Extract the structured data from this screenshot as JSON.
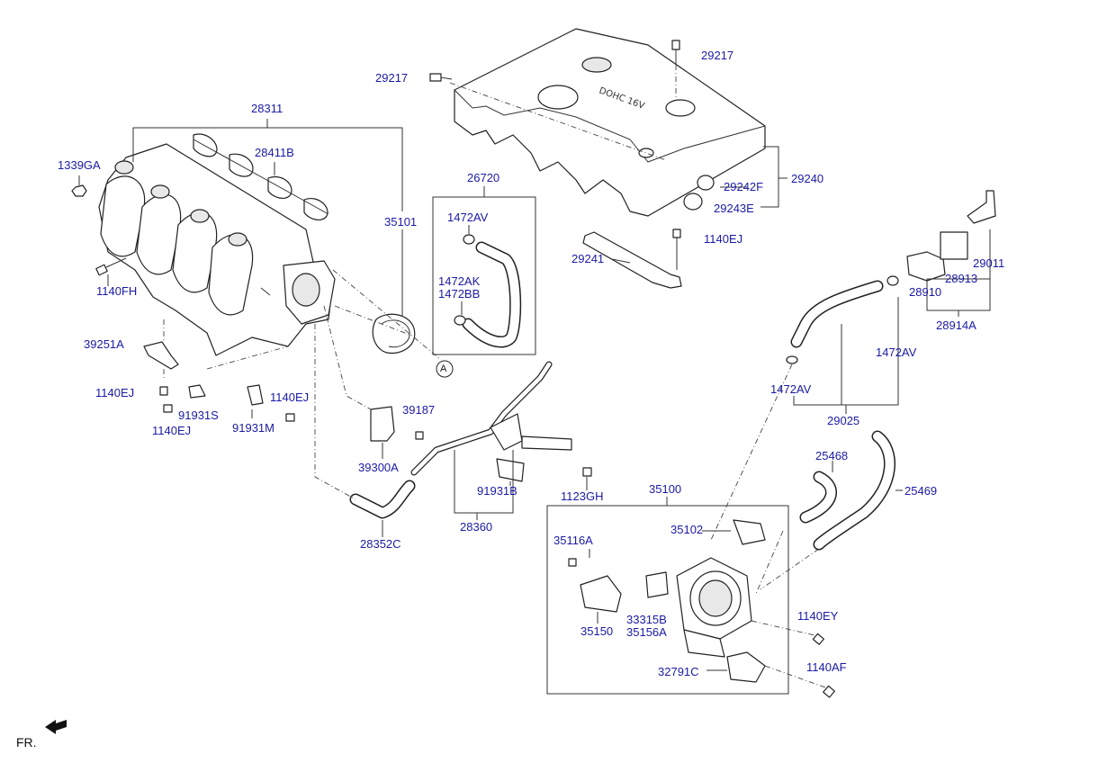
{
  "labels": {
    "l28311": "28311",
    "l28411B": "28411B",
    "l1339GA": "1339GA",
    "l1140FH": "1140FH",
    "l35101": "35101",
    "l26720": "26720",
    "l1472AV_a": "1472AV",
    "l1472AK": "1472AK",
    "l1472BB": "1472BB",
    "l29217_a": "29217",
    "l29217_b": "29217",
    "l29240": "29240",
    "l29242F": "29242F",
    "l29243E": "29243E",
    "l1140EJ_a": "1140EJ",
    "l29241": "29241",
    "l29011": "29011",
    "l28913": "28913",
    "l28910": "28910",
    "l28914A": "28914A",
    "l1472AV_b": "1472AV",
    "l1472AV_c": "1472AV",
    "l29025": "29025",
    "l39251A": "39251A",
    "l1140EJ_b": "1140EJ",
    "l91931S": "91931S",
    "l1140EJ_c": "1140EJ",
    "l1140EJ_d": "1140EJ",
    "l91931M": "91931M",
    "l39187": "39187",
    "l39300A": "39300A",
    "l91931B": "91931B",
    "l1123GH": "1123GH",
    "l28360": "28360",
    "l28352C": "28352C",
    "l35100": "35100",
    "l35102": "35102",
    "l35116A": "35116A",
    "l35150": "35150",
    "l33315B": "33315B",
    "l35156A": "35156A",
    "l32791C": "32791C",
    "l1140EY": "1140EY",
    "l1140AF": "1140AF",
    "l25468": "25468",
    "l25469": "25469",
    "refA": "A",
    "fr": "FR."
  },
  "colors": {
    "label": "#1a1aa6",
    "line": "#222222"
  }
}
